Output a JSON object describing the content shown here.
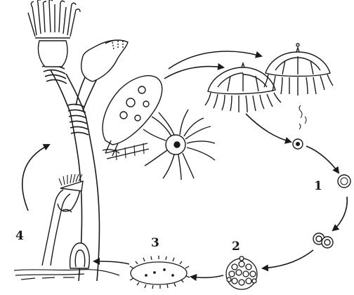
{
  "diagram": {
    "labels": [
      {
        "id": "stage-1",
        "text": "1"
      },
      {
        "id": "stage-2",
        "text": "2"
      },
      {
        "id": "stage-3",
        "text": "3"
      },
      {
        "id": "stage-4",
        "text": "4"
      }
    ]
  },
  "colors": {
    "ink": "#1a1a1a",
    "background": "#ffffff"
  }
}
